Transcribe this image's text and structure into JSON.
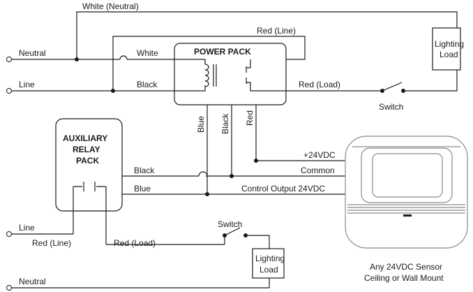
{
  "labels": {
    "white_neutral_top": "White (Neutral)",
    "red_line_top": "Red (Line)",
    "neutral_left": "Neutral",
    "line_left": "Line",
    "white_pp": "White",
    "black_pp": "Black",
    "power_pack": "POWER PACK",
    "red_load_top": "Red (Load)",
    "switch_top": "Switch",
    "lighting_load_top_1": "Lighting",
    "lighting_load_top_2": "Load",
    "blue_vert": "Blue",
    "black_vert": "Black",
    "red_vert": "Red",
    "aux_1": "AUXILIARY",
    "aux_2": "RELAY",
    "aux_3": "PACK",
    "black_aux": "Black",
    "blue_aux": "Blue",
    "plus24": "+24VDC",
    "common": "Common",
    "control_output": "Control Output 24VDC",
    "line_bottom": "Line",
    "red_line_bottom": "Red (Line)",
    "red_load_bottom": "Red (Load)",
    "switch_bottom": "Switch",
    "lighting_load_bottom_1": "Lighting",
    "lighting_load_bottom_2": "Load",
    "neutral_bottom": "Neutral",
    "sensor_1": "Any 24VDC Sensor",
    "sensor_2": "Ceiling or Wall Mount"
  }
}
